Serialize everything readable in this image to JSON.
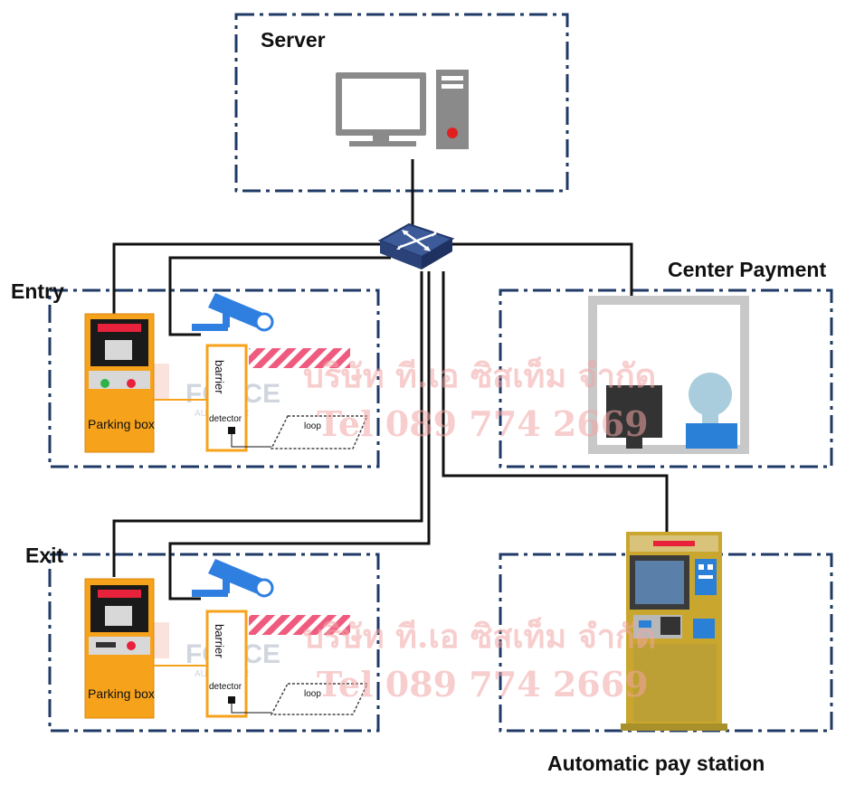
{
  "labels": {
    "server": "Server",
    "center_payment": "Center Payment",
    "entry": "Entry",
    "exit": "Exit",
    "automatic_pay_station": "Automatic pay station"
  },
  "devices": {
    "parking_box": "Parking box",
    "barrier": "barrier",
    "detector": "detector",
    "loop": "loop"
  },
  "watermark": {
    "company": "บริษัท ที.เอ ซิสเท็ม จำกัด",
    "phone": "Tel 089 774 2669",
    "logo": "FORCE",
    "logo_sub": "AUTO DOOR"
  },
  "colors": {
    "frame": "#1f3a66",
    "parking_box": "#f7a21b",
    "barrier_arm": "#ef5b7f",
    "camera": "#2f7fe0",
    "pay_station": "#c9a62e",
    "kiosk_blue": "#2a7fd6",
    "watermark_red": "#f2a5a5"
  }
}
